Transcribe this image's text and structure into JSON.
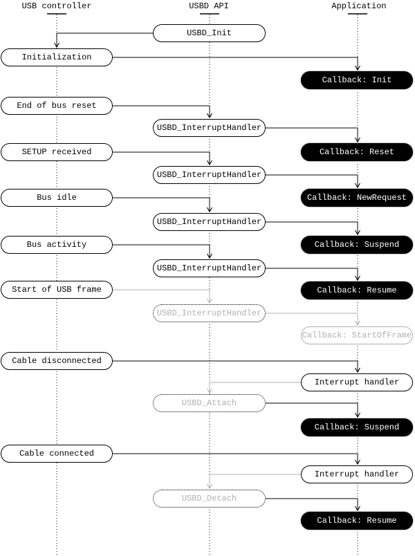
{
  "lanes": [
    {
      "label": "USB controller"
    },
    {
      "label": "USBD API"
    },
    {
      "label": "Application"
    }
  ],
  "nodes": [
    {
      "label": "USBD_Init",
      "lane": "usbd-api",
      "style": "outline"
    },
    {
      "label": "Initialization",
      "lane": "usb-controller",
      "style": "outline"
    },
    {
      "label": "Callback: Init",
      "lane": "application",
      "style": "filled"
    },
    {
      "label": "End of bus reset",
      "lane": "usb-controller",
      "style": "outline"
    },
    {
      "label": "USBD_InterruptHandler",
      "lane": "usbd-api",
      "style": "outline"
    },
    {
      "label": "SETUP received",
      "lane": "usb-controller",
      "style": "outline"
    },
    {
      "label": "Callback: Reset",
      "lane": "application",
      "style": "filled"
    },
    {
      "label": "USBD_InterruptHandler",
      "lane": "usbd-api",
      "style": "outline"
    },
    {
      "label": "Bus idle",
      "lane": "usb-controller",
      "style": "outline"
    },
    {
      "label": "Callback: NewRequest",
      "lane": "application",
      "style": "filled"
    },
    {
      "label": "USBD_InterruptHandler",
      "lane": "usbd-api",
      "style": "outline"
    },
    {
      "label": "Bus activity",
      "lane": "usb-controller",
      "style": "outline"
    },
    {
      "label": "Callback: Suspend",
      "lane": "application",
      "style": "filled"
    },
    {
      "label": "USBD_InterruptHandler",
      "lane": "usbd-api",
      "style": "outline"
    },
    {
      "label": "Start of USB frame",
      "lane": "usb-controller",
      "style": "outline"
    },
    {
      "label": "Callback: Resume",
      "lane": "application",
      "style": "filled"
    },
    {
      "label": "USBD_InterruptHandler",
      "lane": "usbd-api",
      "style": "ghost-dotted"
    },
    {
      "label": "Callback: StartOfFrame",
      "lane": "application",
      "style": "ghost-outline"
    },
    {
      "label": "Cable disconnected",
      "lane": "usb-controller",
      "style": "outline"
    },
    {
      "label": "Interrupt handler",
      "lane": "application",
      "style": "outline"
    },
    {
      "label": "USBD_Attach",
      "lane": "usbd-api",
      "style": "ghost-dotted"
    },
    {
      "label": "Callback: Suspend",
      "lane": "application",
      "style": "filled"
    },
    {
      "label": "Cable connected",
      "lane": "usb-controller",
      "style": "outline"
    },
    {
      "label": "Interrupt handler",
      "lane": "application",
      "style": "outline"
    },
    {
      "label": "USBD_Detach",
      "lane": "usbd-api",
      "style": "ghost-dotted"
    },
    {
      "label": "Callback: Resume",
      "lane": "application",
      "style": "filled"
    }
  ],
  "connections": [
    {
      "from": "USBD_Init",
      "to": "Initialization",
      "style": "solid"
    },
    {
      "from": "Initialization",
      "to": "Callback: Init",
      "style": "solid"
    },
    {
      "from": "End of bus reset",
      "to": "USBD_InterruptHandler",
      "style": "solid"
    },
    {
      "from": "USBD_InterruptHandler",
      "to": "Callback: Reset",
      "style": "solid"
    },
    {
      "from": "SETUP received",
      "to": "USBD_InterruptHandler",
      "style": "solid"
    },
    {
      "from": "USBD_InterruptHandler",
      "to": "Callback: NewRequest",
      "style": "solid"
    },
    {
      "from": "Bus idle",
      "to": "USBD_InterruptHandler",
      "style": "solid"
    },
    {
      "from": "USBD_InterruptHandler",
      "to": "Callback: Suspend",
      "style": "solid"
    },
    {
      "from": "Bus activity",
      "to": "USBD_InterruptHandler",
      "style": "solid"
    },
    {
      "from": "USBD_InterruptHandler",
      "to": "Callback: Resume",
      "style": "solid"
    },
    {
      "from": "Start of USB frame",
      "to": "USBD_InterruptHandler",
      "style": "muted"
    },
    {
      "from": "USBD_InterruptHandler",
      "to": "Callback: StartOfFrame",
      "style": "muted"
    },
    {
      "from": "Cable disconnected",
      "to": "Interrupt handler",
      "style": "solid"
    },
    {
      "from": "Interrupt handler",
      "to": "USBD_Attach",
      "style": "muted"
    },
    {
      "from": "USBD_Attach",
      "to": "Callback: Suspend",
      "style": "solid"
    },
    {
      "from": "Cable connected",
      "to": "Interrupt handler",
      "style": "solid"
    },
    {
      "from": "Interrupt handler",
      "to": "USBD_Detach",
      "style": "muted"
    },
    {
      "from": "USBD_Detach",
      "to": "Callback: Resume",
      "style": "solid"
    }
  ],
  "colors": {
    "ink": "#000000",
    "muted": "#b0b0b0",
    "callback_bg": "#000000",
    "callback_text": "#ffffff"
  }
}
